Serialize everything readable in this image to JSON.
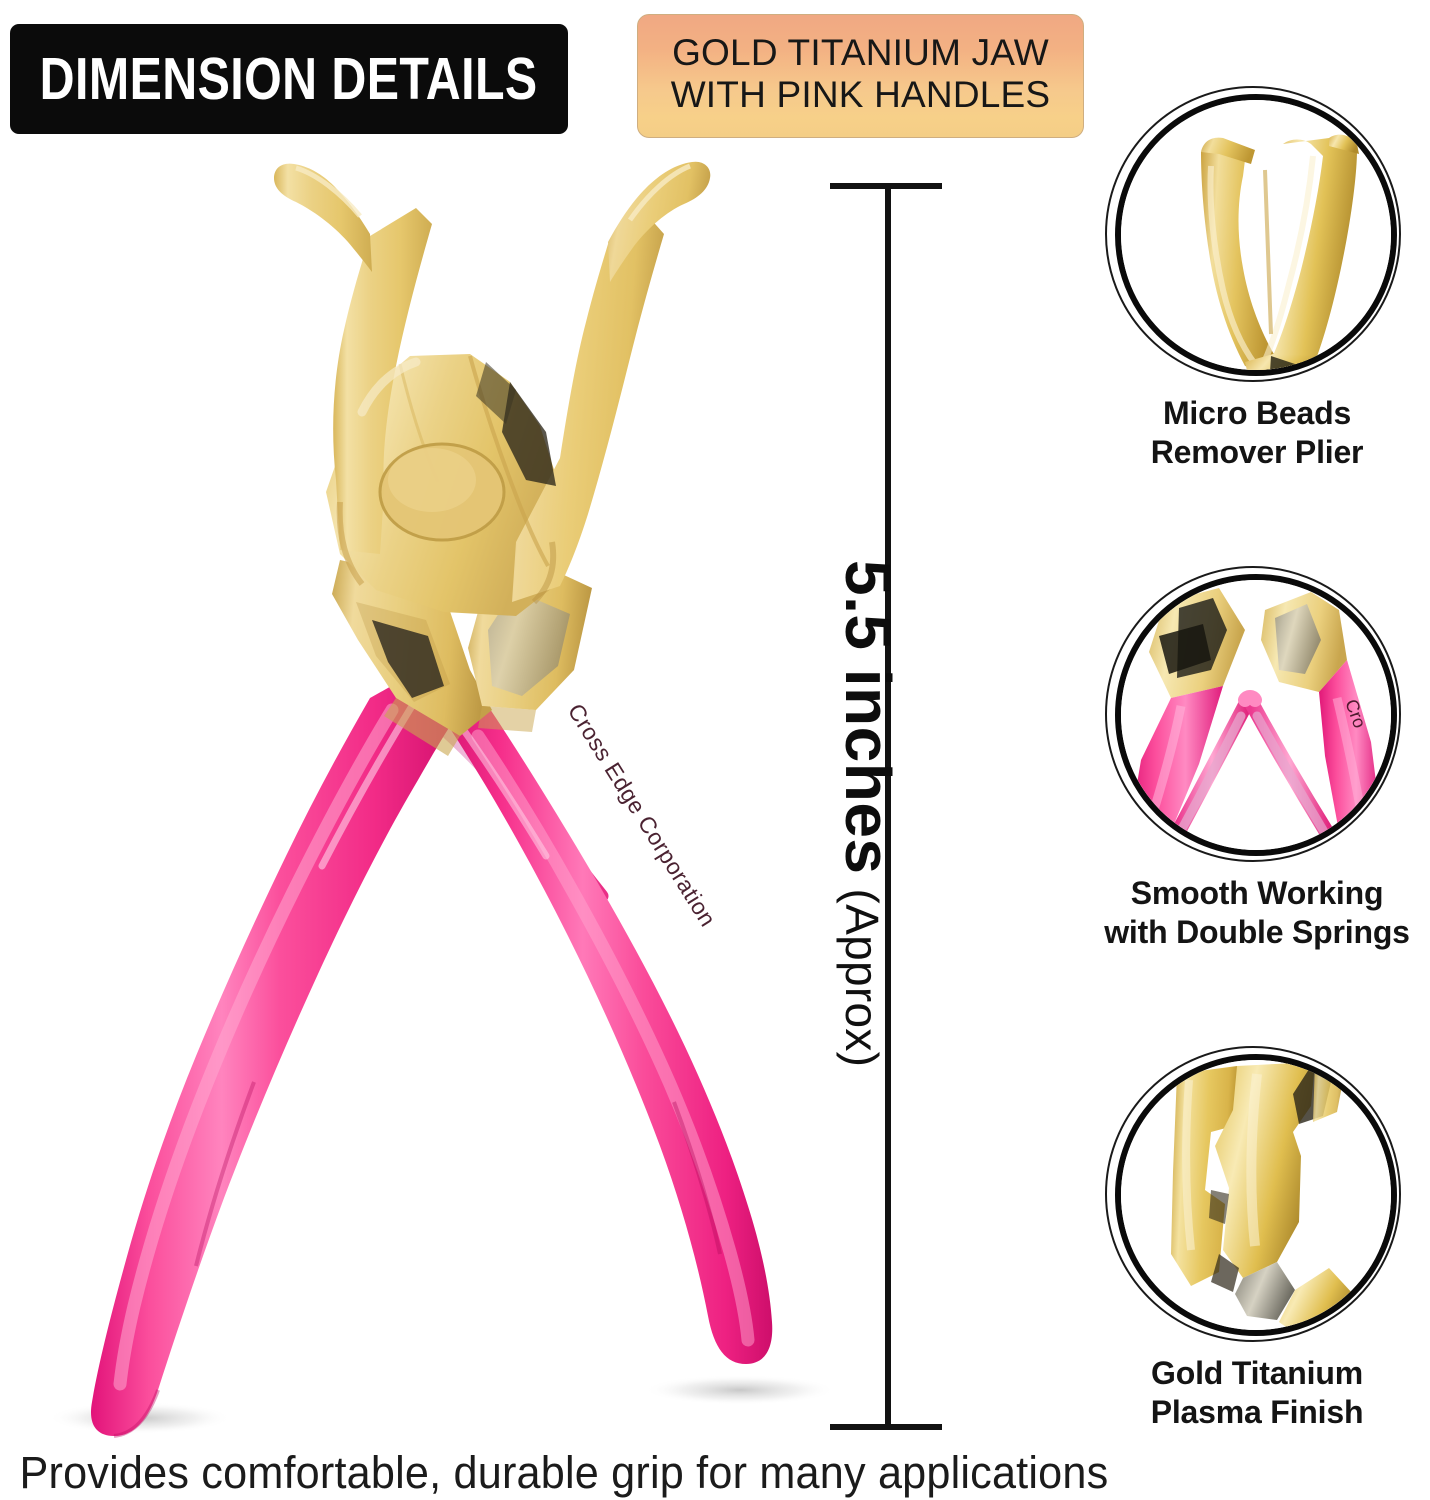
{
  "header": {
    "banner_title": "DIMENSION DETAILS"
  },
  "feature_badge": {
    "line1": "GOLD TITANIUM JAW",
    "line2": "WITH PINK HANDLES",
    "gradient_top_color": "#F0A883",
    "gradient_bottom_color": "#F4CE86"
  },
  "dimension": {
    "value": "5.5 inches",
    "qualifier": "(Approx)",
    "line_color": "#121212"
  },
  "bottom_caption": {
    "text": "Provides comfortable, durable grip for many applications"
  },
  "product": {
    "name": "Micro Beads Remover Plier",
    "brand_text": "Cross Edge Corporation",
    "jaw_color": "#E8C96E",
    "jaw_highlight_color": "#F6E4A8",
    "handle_color": "#F72E8E",
    "handle_highlight_color": "#FF74B4",
    "spring_color": "#F95FA5"
  },
  "callouts": [
    {
      "id": "micro-beads-remover-plier",
      "label_line1": "Micro Beads",
      "label_line2": "Remover Plier",
      "image_alt": "gold-jaw-tip-closeup"
    },
    {
      "id": "smooth-working-double-springs",
      "label_line1": "Smooth Working",
      "label_line2": "with Double Springs",
      "image_alt": "pink-handles-double-spring-closeup"
    },
    {
      "id": "gold-titanium-plasma-finish",
      "label_line1": "Gold Titanium",
      "label_line2": "Plasma Finish",
      "image_alt": "gold-titanium-body-closeup"
    }
  ]
}
